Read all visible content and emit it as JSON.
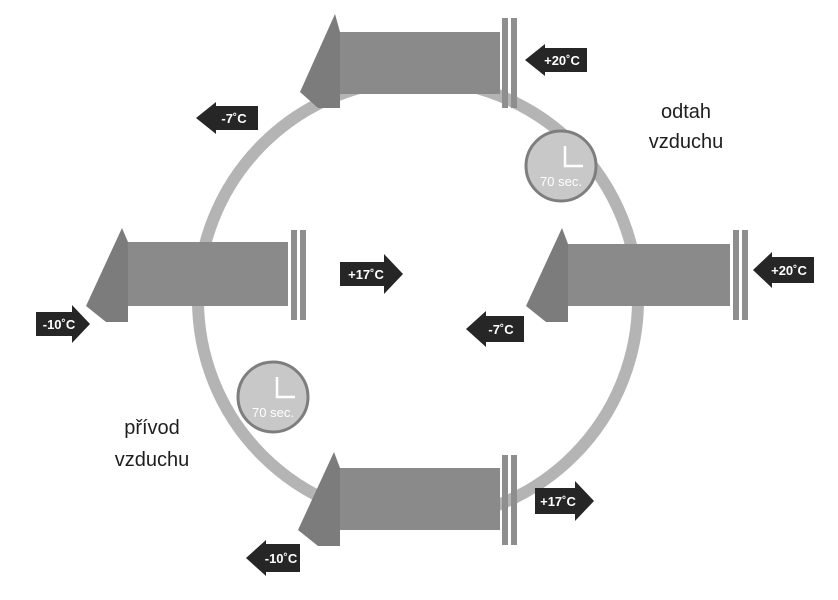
{
  "colors": {
    "body": "#8a8a8a",
    "nozzle": "#7c7c7c",
    "ring": "#b4b4b4",
    "flange": "#8e8e8e",
    "arrow": "#262626",
    "arrow_text": "#ffffff",
    "clock_fill": "#c8c8c8",
    "clock_stroke": "#7e7e7e",
    "text": "#1e1e1e"
  },
  "labels": {
    "exhaust_line1": "odtah",
    "exhaust_line2": "vzduchu",
    "supply_line1": "přívod",
    "supply_line2": "vzduchu"
  },
  "clocks": {
    "top_right": "70 sec.",
    "bottom_left": "70 sec."
  },
  "arrows": {
    "top_unit_in": "+20˚C",
    "top_unit_out": "-7˚C",
    "left_unit_in": "-10˚C",
    "left_unit_out": "+17˚C",
    "right_unit_in": "+20˚C",
    "right_unit_out": "-7˚C",
    "bottom_unit_in": "-10˚C",
    "bottom_unit_out": "+17˚C"
  }
}
